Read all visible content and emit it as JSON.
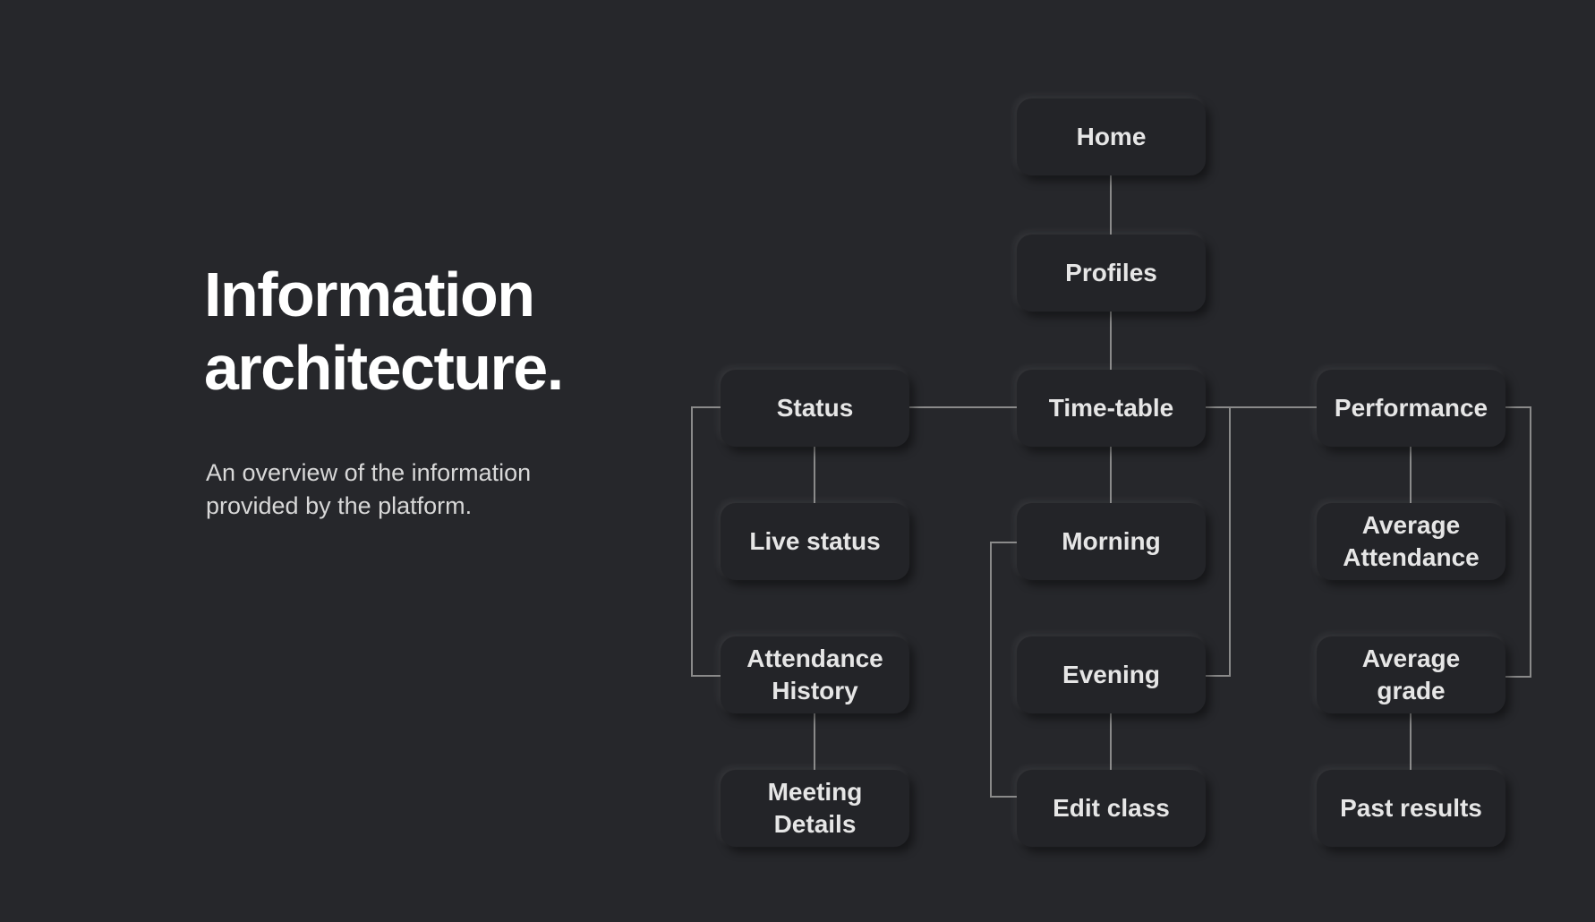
{
  "header": {
    "title_line1": "Information",
    "title_line2": "architecture.",
    "subtitle": "An overview of the information provided by the platform."
  },
  "nodes": {
    "home": "Home",
    "profiles": "Profiles",
    "status": "Status",
    "timetable": "Time-table",
    "performance": "Performance",
    "live_status": "Live status",
    "morning": "Morning",
    "average_attendance": "Average Attendance",
    "attendance_history": "Attendance History",
    "evening": "Evening",
    "average_grade": "Average grade",
    "meeting_details": "Meeting Details",
    "edit_class": "Edit class",
    "past_results": "Past results"
  },
  "colors": {
    "background": "#26272b",
    "node": "#232428",
    "line": "#8a8a8a",
    "text": "#e6e6e6"
  }
}
